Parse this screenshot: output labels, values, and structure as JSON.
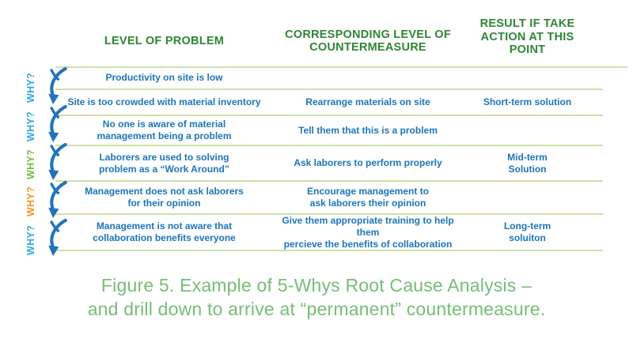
{
  "colors": {
    "header_green": "#2E8634",
    "caption_green": "#76BE76",
    "line_green": "#CBE2A9",
    "text_blue": "#1B75BC",
    "arrow_blue": "#2074BC",
    "why_cyan": "#29ABE2",
    "why_green": "#72BF44",
    "why_orange": "#F7941E"
  },
  "headers": [
    {
      "label": "LEVEL OF PROBLEM"
    },
    {
      "label": "CORRESPONDING LEVEL OF\nCOUNTERMEASURE"
    },
    {
      "label": "RESULT IF TAKE\nACTION AT THIS POINT"
    }
  ],
  "rows": [
    {
      "problem": "Productivity on site is low",
      "countermeasure": "",
      "result": ""
    },
    {
      "problem": "Site is too crowded with material inventory",
      "countermeasure": "Rearrange materials on site",
      "result": "Short-term solution"
    },
    {
      "problem": "No one is aware of material\nmanagement being a problem",
      "countermeasure": "Tell them that this is a problem",
      "result": ""
    },
    {
      "problem": "Laborers are used to solving\nproblem as a “Work Around”",
      "countermeasure": "Ask laborers to perform properly",
      "result": "Mid-term\nSolution"
    },
    {
      "problem": "Management does not ask laborers\nfor their opinion",
      "countermeasure": "Encourage management to\nask laborers their opinion",
      "result": ""
    },
    {
      "problem": "Management is not aware that\ncollaboration benefits everyone",
      "countermeasure": "Give them appropriate training to help them\npercieve the benefits of collaboration",
      "result": "Long-term\nsoluiton"
    }
  ],
  "whys": [
    {
      "label": "WHY?",
      "color": "#29ABE2"
    },
    {
      "label": "WHY?",
      "color": "#29ABE2"
    },
    {
      "label": "WHY?",
      "color": "#72BF44"
    },
    {
      "label": "WHY?",
      "color": "#F7941E"
    },
    {
      "label": "WHY?",
      "color": "#29ABE2"
    }
  ],
  "caption": {
    "line1": "Figure 5. Example of 5-Whys Root Cause Analysis –",
    "line2": "and drill down to arrive at “permanent” countermeasure."
  }
}
